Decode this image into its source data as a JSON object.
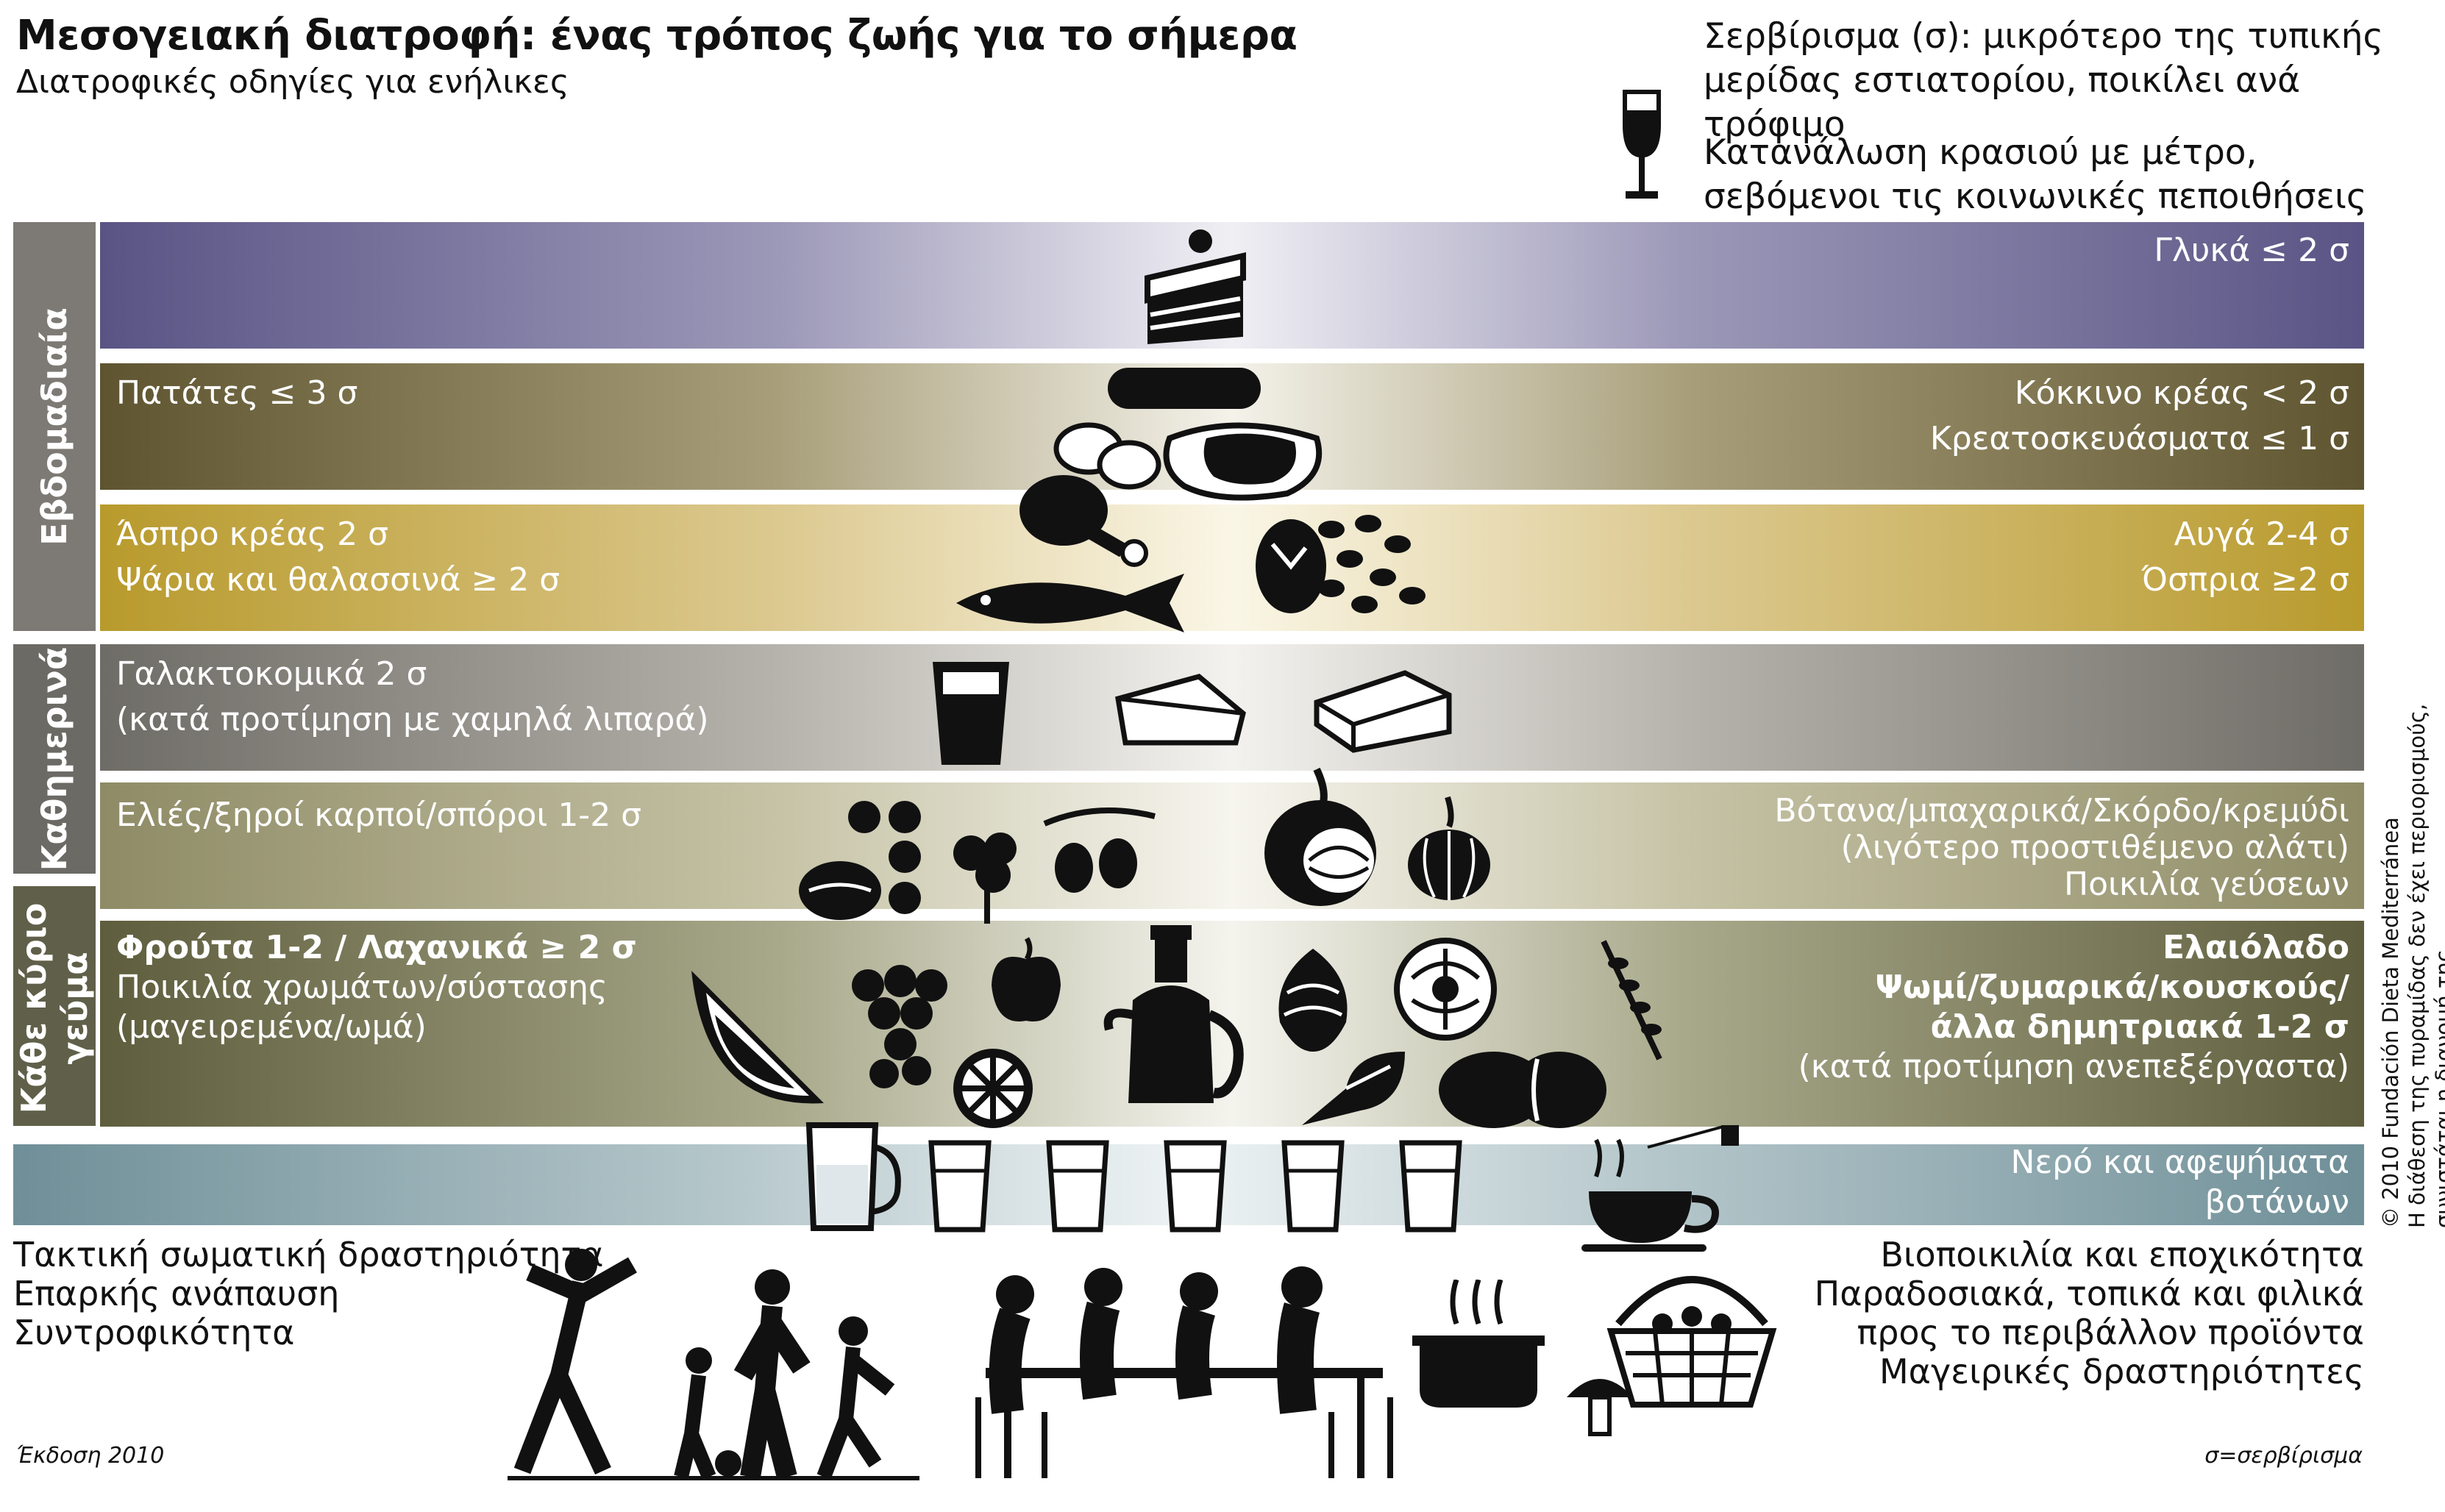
{
  "title": "Μεσογειακή  διατροφή: ένας τρόπος ζωής για το σήμερα",
  "subtitle": "Διατροφικές οδηγίες για ενήλικες",
  "serving_note": [
    "Σερβίρισμα (σ): μικρότερο της τυπικής",
    "μερίδας εστιατορίου, ποικίλει ανά τρόφιμο"
  ],
  "wine_note": [
    "Κατανάλωση κρασιού με μέτρο,",
    "σεβόμενοι τις κοινωνικές πεποιθήσεις"
  ],
  "side_labels": {
    "weekly": "Εβδομαδιαία",
    "daily": "Καθημερινά",
    "every_meal_line1": "Κάθε κύριο",
    "every_meal_line2": "γεύμα"
  },
  "bands": {
    "sweets": {
      "right": "Γλυκά ≤ 2 σ"
    },
    "potatoes_meat": {
      "left": "Πατάτες ≤ 3 σ",
      "right1": "Κόκκινο κρέας < 2 σ",
      "right2": "Κρεατοσκευάσματα ≤ 1 σ"
    },
    "poultry_fish": {
      "left1": "Άσπρο κρέας  2 σ",
      "left2": "Ψάρια και θαλασσινά ≥ 2 σ",
      "right1": "Αυγά 2-4 σ",
      "right2": "Όσπρια  ≥2 σ"
    },
    "dairy": {
      "left1": "Γαλακτοκομικά 2 σ",
      "left2": "(κατά προτίμηση με χαμηλά λιπαρά)"
    },
    "olives_herbs": {
      "left": "Ελιές/ξηροί καρποί/σπόροι 1-2 σ",
      "right1": "Βότανα/μπαχαρικά/Σκόρδο/κρεμύδι",
      "right2": "(λιγότερο προστιθέμενο αλάτι)",
      "right3": "Ποικιλία γεύσεων"
    },
    "fruit_grains": {
      "left1": "Φρούτα 1-2 / Λαχανικά  ≥ 2 σ",
      "left2": "Ποικιλία χρωμάτων/σύστασης",
      "left3": "(μαγειρεμένα/ωμά)",
      "right1": "Ελαιόλαδο",
      "right2": "Ψωμί/ζυμαρικά/κουσκούς/",
      "right3": "άλλα δημητριακά 1-2 σ",
      "right4": "(κατά προτίμηση ανεπεξέργαστα)"
    },
    "water": {
      "right1": "Νερό και αφεψήματα",
      "right2": "βοτάνων"
    }
  },
  "lifestyle_left": [
    "Τακτική σωματική δραστηριότητα",
    "Επαρκής ανάπαυση",
    "Συντροφικότητα"
  ],
  "lifestyle_right": [
    "Βιοποικιλία και εποχικότητα",
    "Παραδοσιακά, τοπικά και φιλικά",
    "προς το περιβάλλον προϊόντα",
    "Μαγειρικές δραστηριότητες"
  ],
  "edition": "Έκδοση 2010",
  "sigma_legend": "σ=σερβίρισμα",
  "copyright": [
    "© 2010 Fundación Dieta Mediterránea",
    "Η διάθεση της πυραμίδας δεν έχει περιορισμούς, συνιστάται η διανομή της."
  ],
  "colors": {
    "sweets": "#5a5485",
    "potatoes_meat": "#5e5430",
    "poultry_fish": "#b89a2c",
    "dairy": "#6e6c66",
    "olives_herbs": "#8e8b66",
    "fruit_grains": "#5e5e3e",
    "water": "#6f8f98",
    "weekly_side": "#7d7a75",
    "daily_side": "#6b6a65",
    "meal_side": "#60604a"
  }
}
